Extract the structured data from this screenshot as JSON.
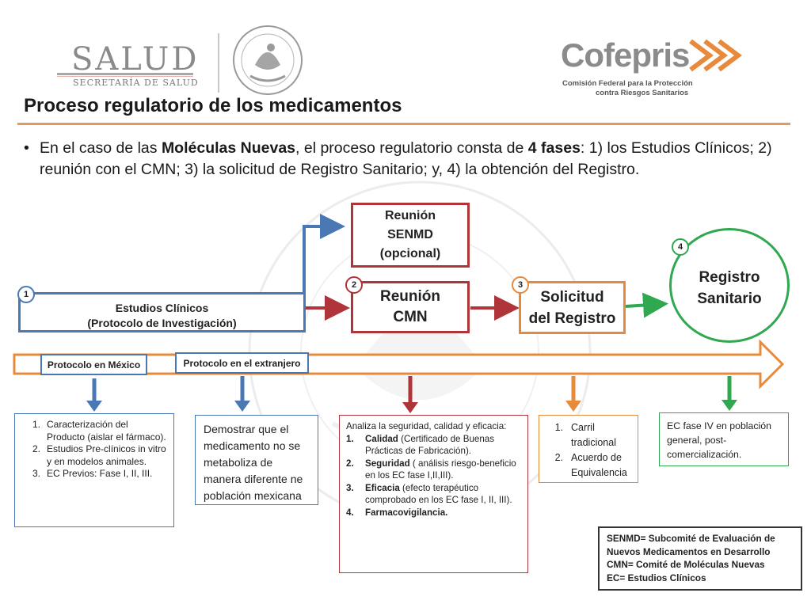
{
  "header": {
    "salud_wordmark": "SALUD",
    "salud_subtitle": "SECRETARÍA DE SALUD",
    "cofepris_wordmark": "Cofepris",
    "cofepris_subtitle_line1": "Comisión Federal para la Protección",
    "cofepris_subtitle_line2": "contra Riesgos Sanitarios"
  },
  "title": "Proceso regulatorio de los medicamentos",
  "bullet": {
    "part1": "En el caso de las ",
    "bold1": "Moléculas Nuevas",
    "part2": ", el proceso regulatorio consta de ",
    "bold2": "4 fases",
    "part3": ": 1)  los Estudios Clínicos; 2) reunión con el CMN; 3) la solicitud de Registro Sanitario; y, 4) la obtención  del Registro."
  },
  "nodes": {
    "senmd": {
      "line1": "Reunión",
      "line2": "SENMD",
      "line3": "(opcional)"
    },
    "estudios": {
      "number": "1",
      "line1": "Estudios Clínicos",
      "line2": "(Protocolo de Investigación)"
    },
    "cmn": {
      "number": "2",
      "line1": "Reunión",
      "line2": "CMN"
    },
    "solicitud": {
      "number": "3",
      "line1": "Solicitud",
      "line2": "del Registro"
    },
    "registro": {
      "number": "4",
      "line1": "Registro",
      "line2": "Sanitario"
    }
  },
  "protocol_tabs": {
    "mexico": "Protocolo en México",
    "extranjero": "Protocolo en el extranjero"
  },
  "info_boxes": {
    "mexico": {
      "items": [
        {
          "num": "1.",
          "text": "Caracterización del Producto (aislar el fármaco)."
        },
        {
          "num": "2.",
          "text": "Estudios Pre-clínicos in vitro y en modelos animales."
        },
        {
          "num": "3.",
          "text": "EC Previos: Fase I, II, III."
        }
      ]
    },
    "extranjero": {
      "text": "Demostrar que el medicamento no se metaboliza de manera diferente ne población mexicana"
    },
    "cmn": {
      "intro": "Analiza la seguridad, calidad y eficacia:",
      "items": [
        {
          "num": "1.",
          "bold": "Calidad",
          "text": " (Certificado de Buenas Prácticas de Fabricación)."
        },
        {
          "num": "2.",
          "bold": "Seguridad",
          "text": " ( análisis riesgo-beneficio en los EC fase I,II,III)."
        },
        {
          "num": "3.",
          "bold": "Eficacia",
          "text": " (efecto terapéutico comprobado en los EC fase I, II, III)."
        },
        {
          "num": "4.",
          "bold": "Farmacovigilancia.",
          "text": ""
        }
      ]
    },
    "solicitud": {
      "items": [
        {
          "num": "1.",
          "text": "Carril tradicional"
        },
        {
          "num": "2.",
          "text": "Acuerdo de Equivalencia"
        }
      ]
    },
    "registro": {
      "text": "EC fase IV en población general, post-comercialización."
    }
  },
  "legend": {
    "line1": "SENMD= Subcomité de Evaluación de Nuevos Medicamentos en Desarrollo",
    "line2": "CMN= Comité de Moléculas Nuevas",
    "line3": "EC= Estudios Clínicos"
  },
  "colors": {
    "blue": "#4a78b5",
    "red": "#b0353a",
    "orange": "#e88a3c",
    "green": "#2fa84f",
    "title_rule": "#e39a5c"
  }
}
